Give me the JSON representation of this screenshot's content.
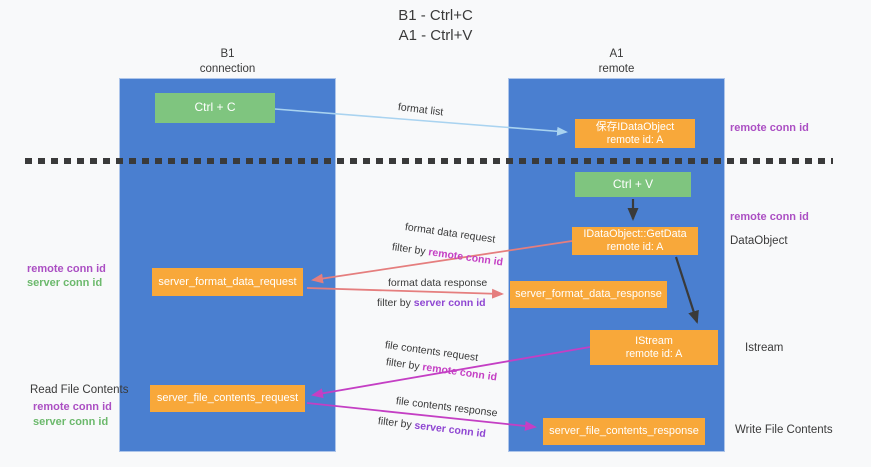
{
  "title": {
    "line1": "B1 - Ctrl+C",
    "line2": "A1 - Ctrl+V"
  },
  "lanes": {
    "left": {
      "name": "B1",
      "subtitle": "connection"
    },
    "right": {
      "name": "A1",
      "subtitle": "remote"
    }
  },
  "boxes": {
    "ctrl_c": {
      "label": "Ctrl + C"
    },
    "ctrl_v": {
      "label": "Ctrl + V"
    },
    "save_dataobject": {
      "line1": "保存IDataObject",
      "line2": "remote id: A"
    },
    "getdata": {
      "line1": "IDataObject::GetData",
      "line2": "remote id: A"
    },
    "istream": {
      "line1": "IStream",
      "line2": "remote id: A"
    },
    "server_format_data_request": {
      "label": "server_format_data_request"
    },
    "server_format_data_response": {
      "label": "server_format_data_response"
    },
    "server_file_contents_request": {
      "label": "server_file_contents_request"
    },
    "server_file_contents_response": {
      "label": "server_file_contents_response"
    }
  },
  "flow_labels": {
    "format_list": "format list",
    "format_data_request": "format data request",
    "format_data_response": "format data response",
    "file_contents_request": "file contents request",
    "file_contents_response": "file contents response",
    "filter_by": "filter by ",
    "remote_conn_id": "remote conn id",
    "server_conn_id": "server conn id"
  },
  "side_labels": {
    "remote_conn_id": "remote conn id",
    "server_conn_id": "server conn id",
    "dataobject": "DataObject",
    "istream": "Istream",
    "read_file_contents": "Read File Contents",
    "write_file_contents": "Write File Contents"
  },
  "colors": {
    "lane_blue": "#4a7fd0",
    "box_green": "#7fc57f",
    "box_orange": "#f8a83a",
    "arrow_light_blue": "#a9d3f0",
    "arrow_salmon": "#e57e7e",
    "arrow_magenta": "#c43fc4",
    "arrow_black": "#3a3a3a",
    "margin_text_purple": "#ab4fc3",
    "margin_text_green": "#6cb96c",
    "filter_text_magenta": "#c43fc4",
    "filter_text_violet": "#8f46d2"
  }
}
